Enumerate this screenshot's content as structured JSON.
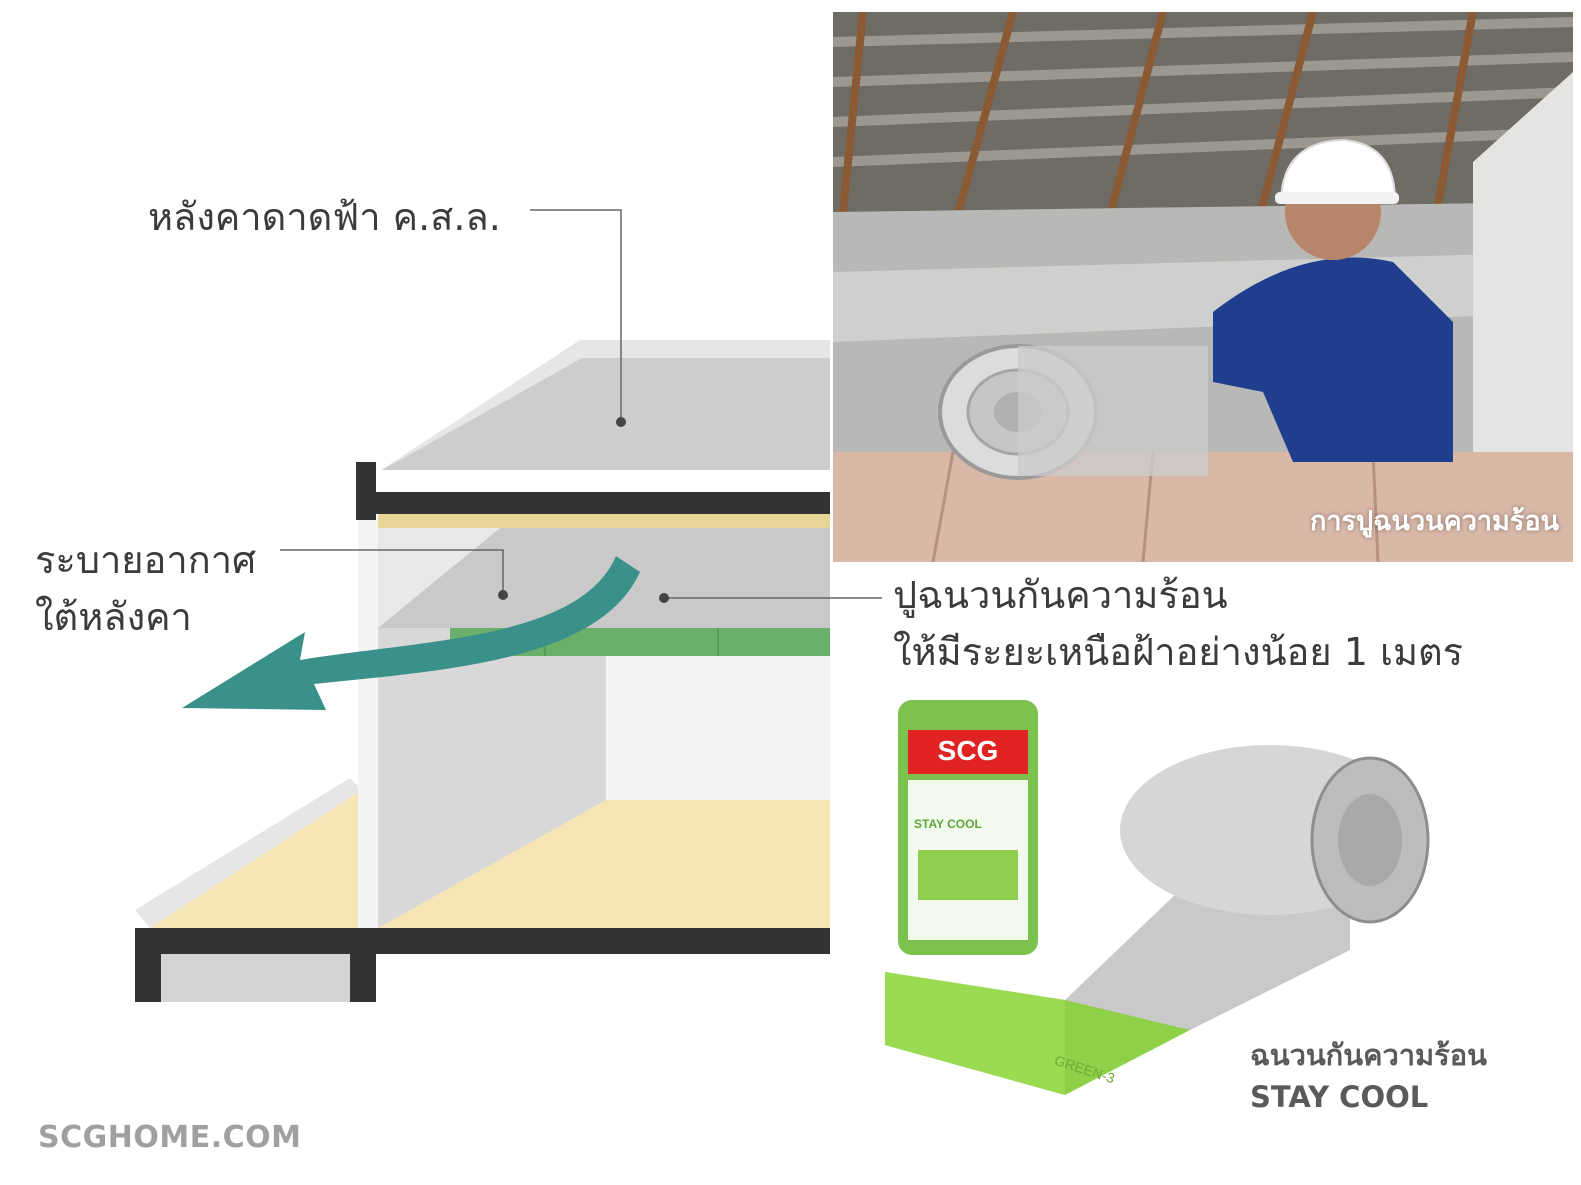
{
  "labels": {
    "roof_deck": "หลังคาดาดฟ้า ค.ส.ล.",
    "ventilation_line1": "ระบายอากาศ",
    "ventilation_line2": "ใต้หลังคา",
    "insulation_line1": "ปูฉนวนกันความร้อน",
    "insulation_line2": "ให้มีระยะเหนือฝ้าอย่างน้อย 1 เมตร",
    "brand_site": "SCGHOME.COM"
  },
  "photo": {
    "caption": "การปูฉนวนความร้อน"
  },
  "product": {
    "name_line1": "ฉนวนกันความร้อน",
    "name_line2": "STAY COOL",
    "package_brand": "SCG",
    "package_product": "STAY COOL",
    "package_roll_label": "GREEN-3"
  },
  "colors": {
    "ventilation_arrow": "#3a9189",
    "insulation_layer": "#6ab06a",
    "leader_line": "#666666"
  },
  "icons": {
    "arrow": "curved-arrow-icon",
    "brand_logo": "scg-logo-icon"
  }
}
